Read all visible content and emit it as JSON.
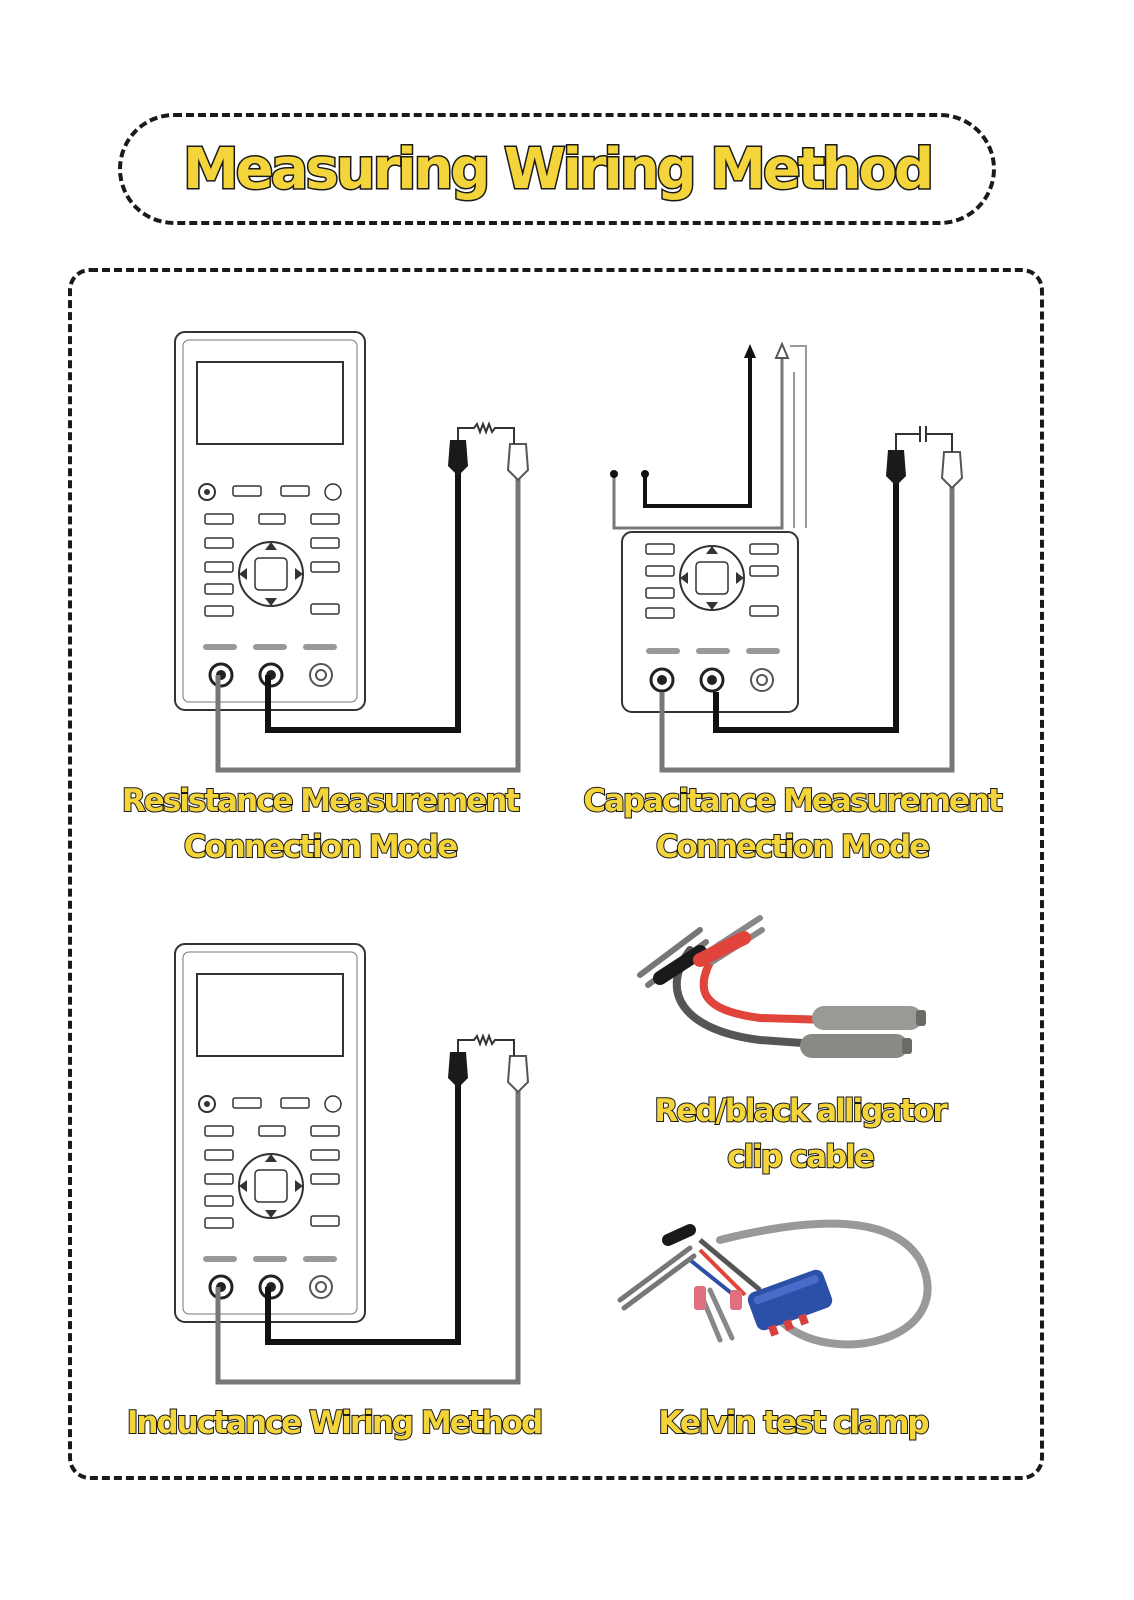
{
  "title": "Measuring Wiring Method",
  "sections": {
    "resistance": {
      "line1": "Resistance Measurement",
      "line2": "Connection Mode"
    },
    "capacitance": {
      "line1": "Capacitance Measurement",
      "line2": "Connection Mode"
    },
    "inductance": {
      "line1": "Inductance Wiring Method"
    },
    "alligator": {
      "line1": "Red/black alligator",
      "line2": "clip cable"
    },
    "kelvin": {
      "line1": "Kelvin test clamp"
    }
  },
  "colors": {
    "accent_yellow": "#f3d43a",
    "outline": "#1a1a1a",
    "cable_red": "#e0443a",
    "clamp_blue": "#2c4fa8"
  }
}
